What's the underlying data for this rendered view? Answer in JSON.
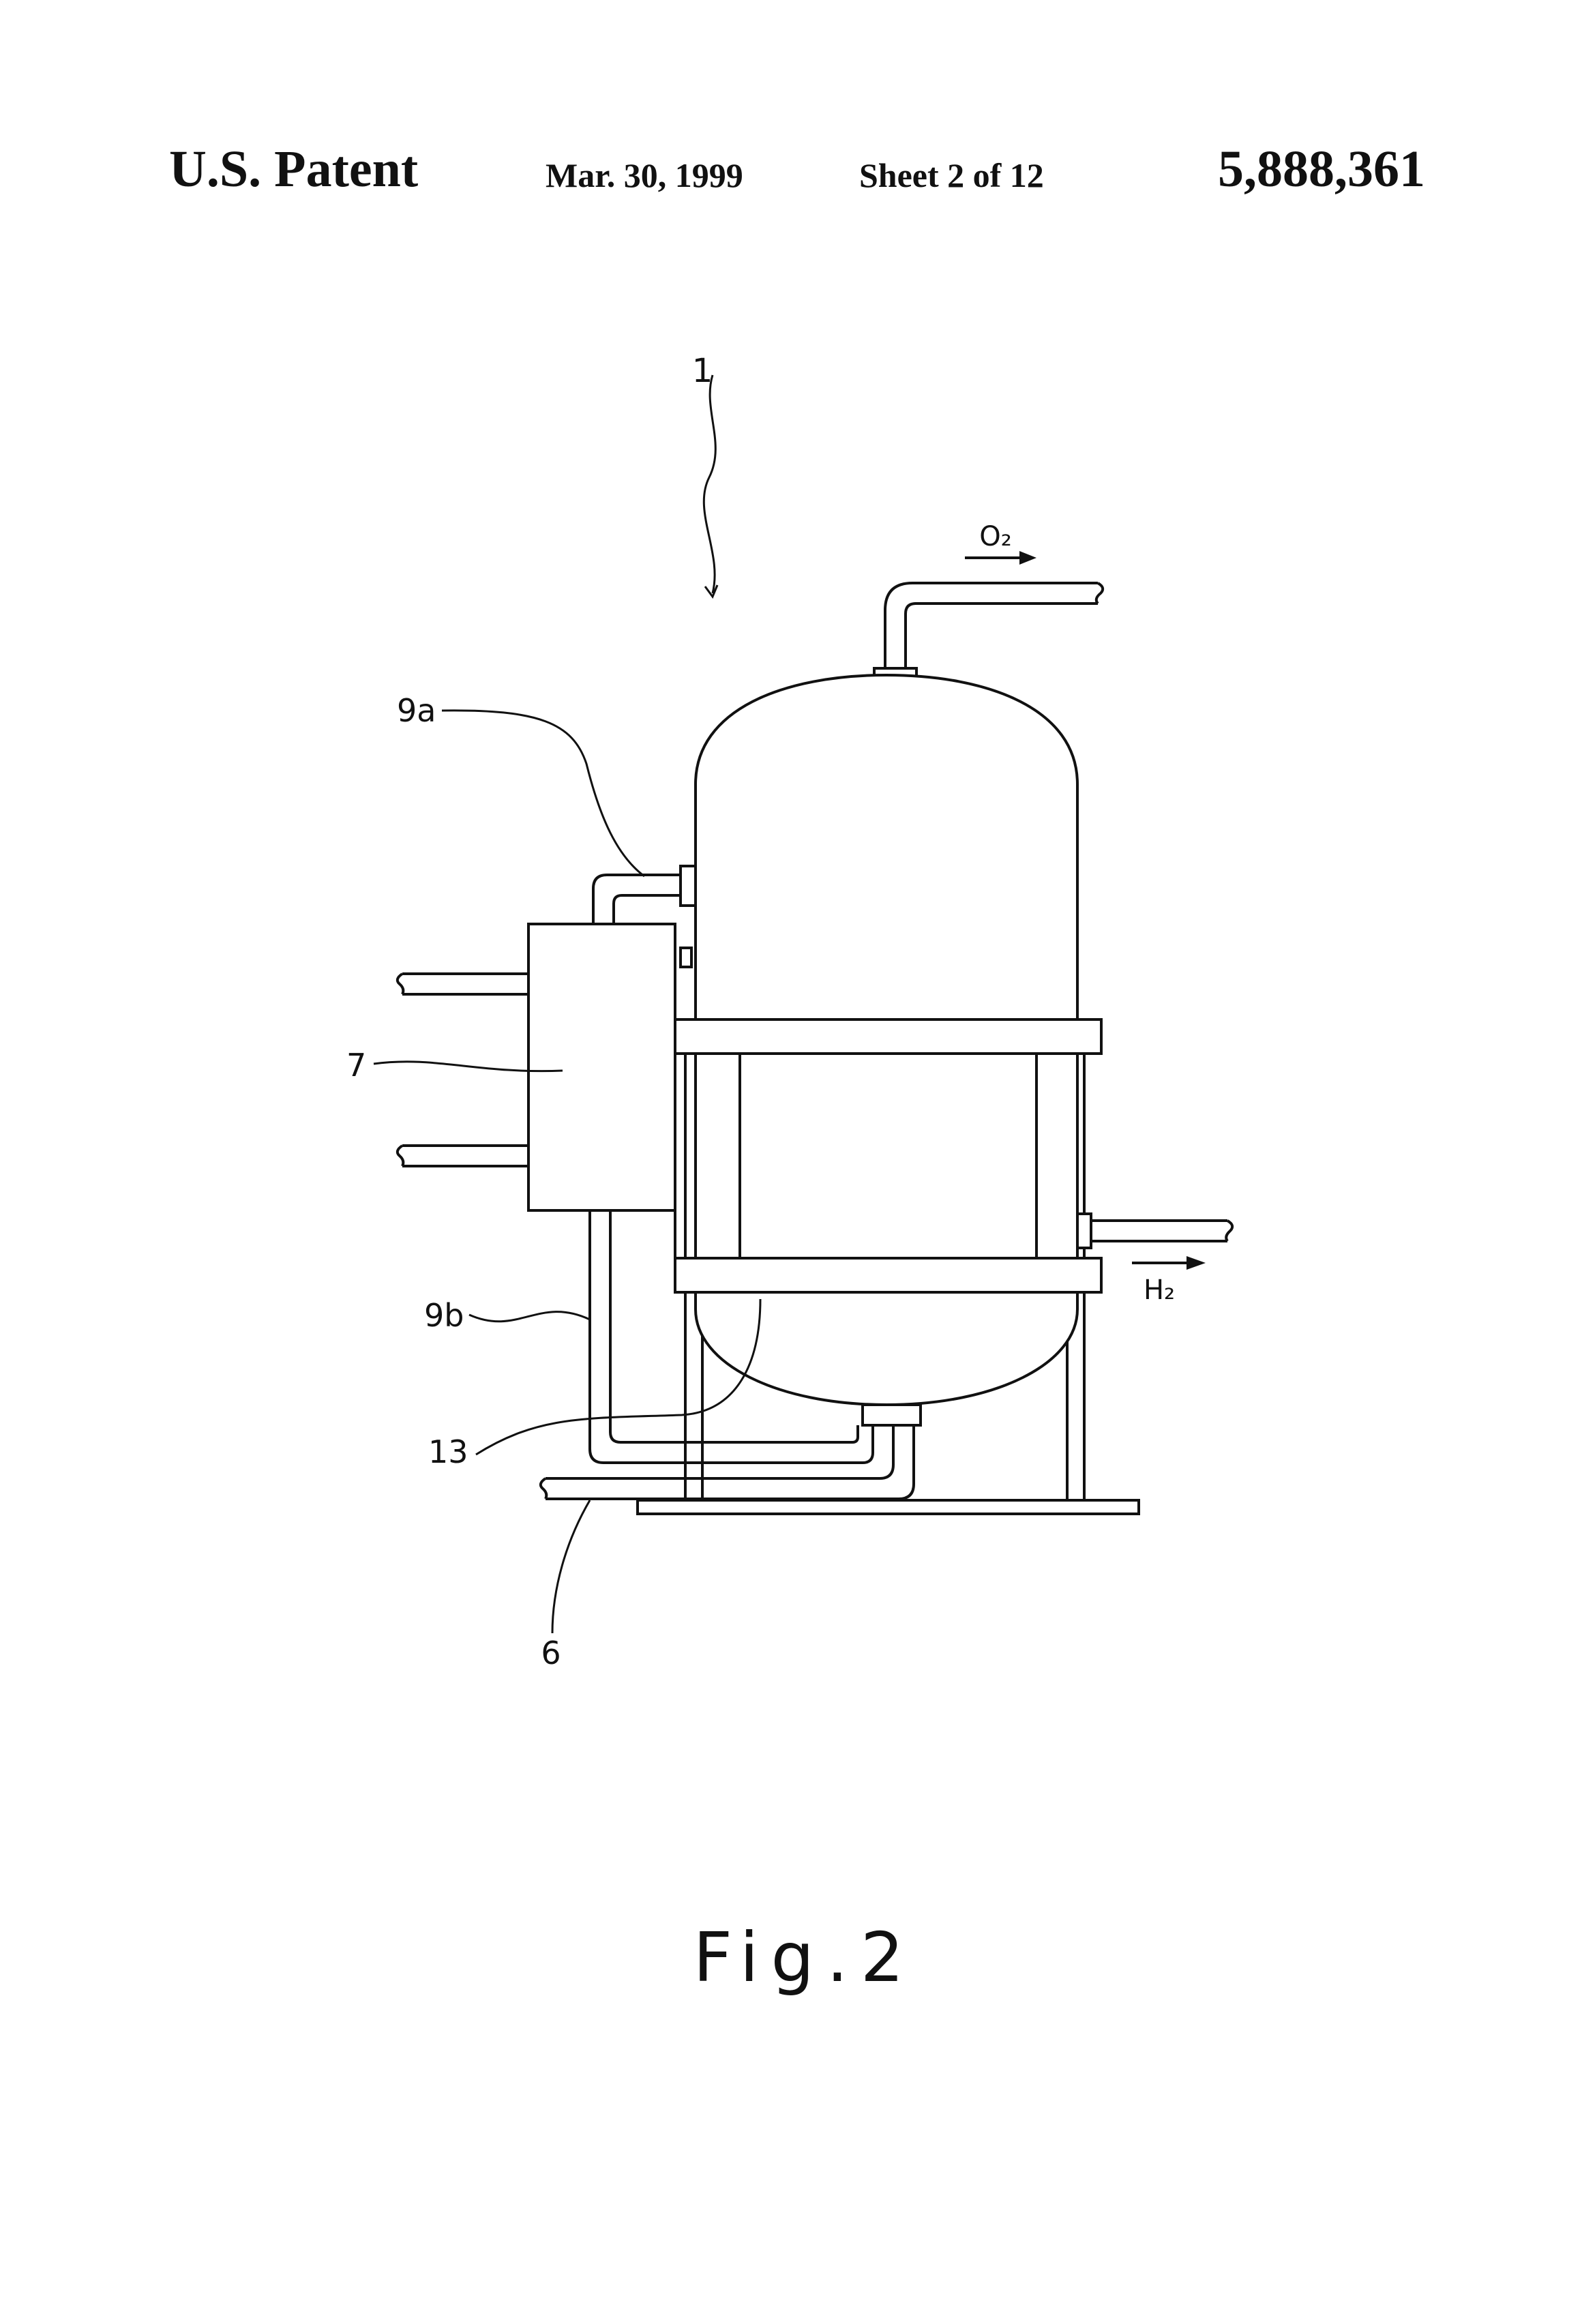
{
  "header": {
    "left": "U.S. Patent",
    "date": "Mar. 30, 1999",
    "sheet": "Sheet 2 of 12",
    "patent_number": "5,888,361"
  },
  "figure": {
    "caption": "Fig.2",
    "labels": {
      "apparatus": "1",
      "pipe_top": "9a",
      "unit": "7",
      "pipe_bottom": "9b",
      "drain": "13",
      "supply": "6"
    },
    "flows": {
      "oxygen": "O₂",
      "hydrogen": "H₂"
    }
  }
}
